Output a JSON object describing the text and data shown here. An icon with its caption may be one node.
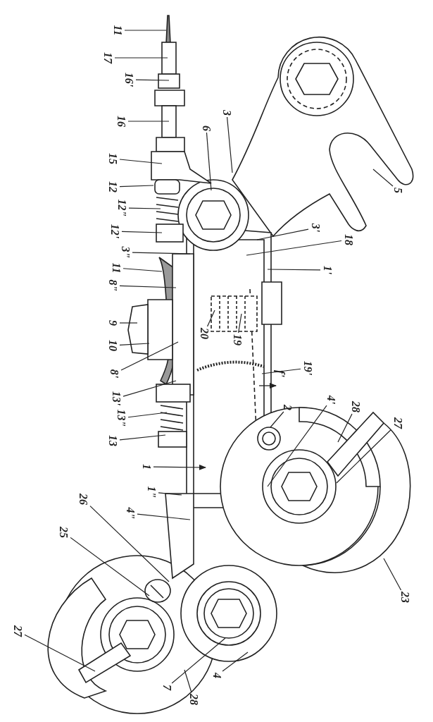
{
  "diagram": {
    "nodes": [
      {
        "text": [
          "11"
        ]
      },
      {
        "text": [
          "17"
        ]
      },
      {
        "text": [
          "16'"
        ]
      },
      {
        "text": [
          "16"
        ]
      },
      {
        "text": [
          "15"
        ]
      },
      {
        "text": [
          "12"
        ]
      },
      {
        "text": [
          "12\""
        ]
      },
      {
        "text": [
          "12'"
        ]
      },
      {
        "text": [
          "3\""
        ]
      },
      {
        "text": [
          "11"
        ]
      },
      {
        "text": [
          "8\""
        ]
      },
      {
        "text": [
          "9"
        ]
      },
      {
        "text": [
          "10"
        ]
      },
      {
        "text": [
          "8'"
        ]
      },
      {
        "text": [
          "13'"
        ]
      },
      {
        "text": [
          "13\""
        ]
      },
      {
        "text": [
          "13"
        ]
      },
      {
        "text": [
          "1"
        ]
      },
      {
        "text": [
          "1\""
        ]
      },
      {
        "text": [
          "4\""
        ]
      },
      {
        "text": [
          "26"
        ]
      },
      {
        "text": [
          "25"
        ]
      },
      {
        "text": [
          "27"
        ]
      },
      {
        "text": [
          "28"
        ]
      },
      {
        "text": [
          "7"
        ]
      },
      {
        "text": [
          "4"
        ]
      },
      {
        "text": [
          "6"
        ]
      },
      {
        "text": [
          "3"
        ]
      },
      {
        "text": [
          "5"
        ]
      },
      {
        "text": [
          "3'"
        ]
      },
      {
        "text": [
          "18"
        ]
      },
      {
        "text": [
          "1'"
        ]
      },
      {
        "text": [
          "20"
        ]
      },
      {
        "text": [
          "19"
        ]
      },
      {
        "text": [
          "19'"
        ]
      },
      {
        "text": [
          "2"
        ]
      },
      {
        "text": [
          "4'"
        ]
      },
      {
        "text": [
          "28"
        ]
      },
      {
        "text": [
          "27"
        ]
      },
      {
        "text": [
          "23"
        ]
      }
    ],
    "edges": [
      {
        "from": 0,
        "to": null,
        "arrow": "none"
      },
      {
        "from": 1,
        "to": null,
        "arrow": "none"
      },
      {
        "from": 2,
        "to": null,
        "arrow": "none"
      },
      {
        "from": 3,
        "to": null,
        "arrow": "none"
      },
      {
        "from": 4,
        "to": null,
        "arrow": "none"
      },
      {
        "from": 5,
        "to": null,
        "arrow": "none"
      },
      {
        "from": 6,
        "to": null,
        "arrow": "none"
      },
      {
        "from": 7,
        "to": null,
        "arrow": "none"
      },
      {
        "from": 8,
        "to": null,
        "arrow": "none"
      },
      {
        "from": 9,
        "to": null,
        "arrow": "none"
      },
      {
        "from": 10,
        "to": null,
        "arrow": "none"
      },
      {
        "from": 11,
        "to": null,
        "arrow": "none"
      },
      {
        "from": 12,
        "to": null,
        "arrow": "none"
      },
      {
        "from": 13,
        "to": null,
        "arrow": "none"
      },
      {
        "from": 14,
        "to": null,
        "arrow": "none"
      },
      {
        "from": 15,
        "to": null,
        "arrow": "none"
      },
      {
        "from": 16,
        "to": null,
        "arrow": "none"
      },
      {
        "from": 17,
        "to": null,
        "arrow": "to"
      },
      {
        "from": 18,
        "to": null,
        "arrow": "none"
      },
      {
        "from": 19,
        "to": null,
        "arrow": "none"
      },
      {
        "from": 20,
        "to": null,
        "arrow": "none"
      },
      {
        "from": 21,
        "to": null,
        "arrow": "none"
      },
      {
        "from": 22,
        "to": null,
        "arrow": "none"
      },
      {
        "from": 23,
        "to": null,
        "arrow": "none"
      },
      {
        "from": 24,
        "to": null,
        "arrow": "none"
      },
      {
        "from": 25,
        "to": null,
        "arrow": "none"
      },
      {
        "from": 26,
        "to": null,
        "arrow": "none"
      },
      {
        "from": 27,
        "to": null,
        "arrow": "none"
      },
      {
        "from": 28,
        "to": null,
        "arrow": "none"
      },
      {
        "from": 29,
        "to": null,
        "arrow": "none"
      },
      {
        "from": 30,
        "to": null,
        "arrow": "none"
      },
      {
        "from": 31,
        "to": null,
        "arrow": "none"
      },
      {
        "from": 32,
        "to": null,
        "arrow": "none"
      },
      {
        "from": 33,
        "to": null,
        "arrow": "none"
      },
      {
        "from": 34,
        "to": null,
        "arrow": "none"
      },
      {
        "from": 35,
        "to": null,
        "arrow": "none"
      },
      {
        "from": 36,
        "to": null,
        "arrow": "none"
      },
      {
        "from": 37,
        "to": null,
        "arrow": "none"
      },
      {
        "from": 38,
        "to": null,
        "arrow": "none"
      },
      {
        "from": 39,
        "to": null,
        "arrow": "none"
      }
    ],
    "labels": [
      "f'"
    ]
  }
}
